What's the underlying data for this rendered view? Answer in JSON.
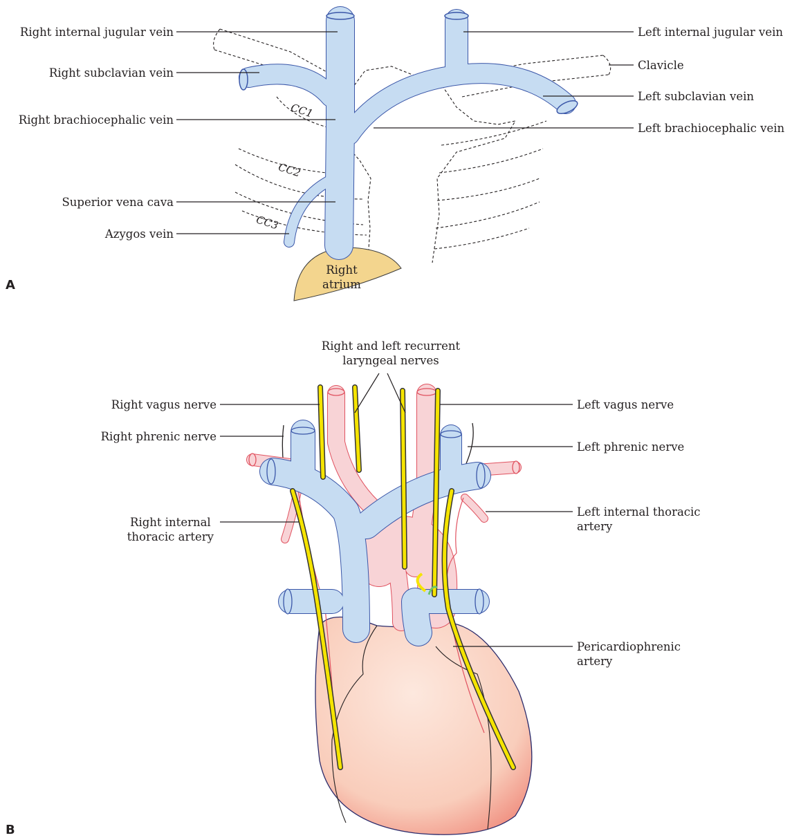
{
  "panel_a": {
    "letter": "A",
    "labels": {
      "right_internal_jugular_vein": "Right internal jugular vein",
      "right_subclavian_vein": "Right subclavian vein",
      "right_brachiocephalic_vein": "Right brachiocephalic vein",
      "superior_vena_cava": "Superior vena cava",
      "azygos_vein": "Azygos vein",
      "left_internal_jugular_vein": "Left internal jugular vein",
      "clavicle": "Clavicle",
      "left_subclavian_vein": "Left subclavian vein",
      "left_brachiocephalic_vein": "Left brachiocephalic vein",
      "cc1": "CC1",
      "cc2": "CC2",
      "cc3": "CC3",
      "right_atrium": "Right\natrium"
    }
  },
  "panel_b": {
    "letter": "B",
    "labels": {
      "recurrent_laryngeal_nerves": "Right and left recurrent\nlaryngeal nerves",
      "right_vagus_nerve": "Right vagus nerve",
      "right_phrenic_nerve": "Right phrenic nerve",
      "right_internal_thoracic_artery": "Right internal\nthoracic artery",
      "left_vagus_nerve": "Left vagus nerve",
      "left_phrenic_nerve": "Left phrenic nerve",
      "left_internal_thoracic_artery": "Left internal thoracic\nartery",
      "pericardiophrenic_artery": "Pericardiophrenic\nartery"
    }
  },
  "colors": {
    "vein_fill": "#c6dcf2",
    "vein_outline": "#3a56a8",
    "artery_fill": "#f8d3d6",
    "artery_outline": "#e0515f",
    "nerve": "#f5e400",
    "atrium": "#f3d58e",
    "heart": "#f9d2c2"
  }
}
